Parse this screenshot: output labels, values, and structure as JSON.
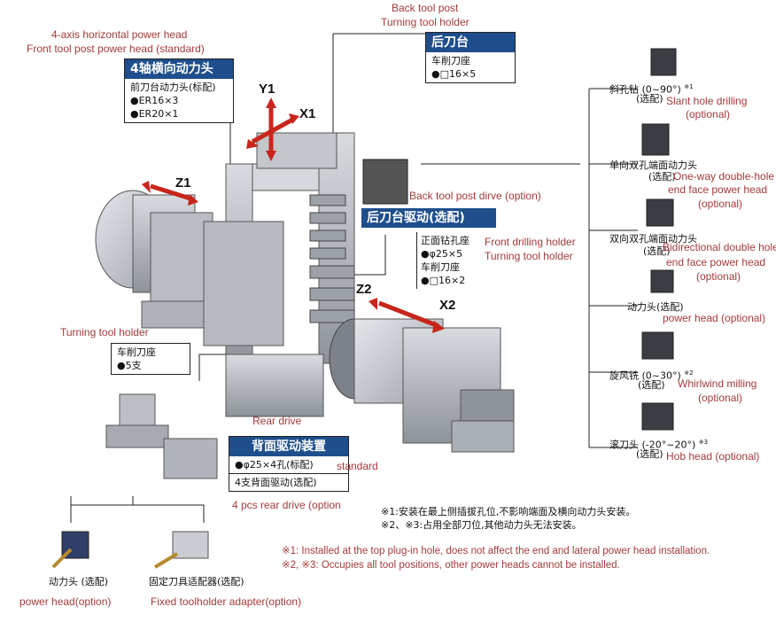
{
  "front_post": {
    "label_en_1": "4-axis horizontal power head",
    "label_en_2": "Front tool post power head (standard)",
    "panel_title": "4轴横向动力头",
    "line1": "前刀台动力头(标配)",
    "line2": "●ER16×3",
    "line3": "●ER20×1"
  },
  "back_post": {
    "label_en_1": "Back tool post",
    "label_en_2": "Turning tool holder",
    "panel_title": "后刀台",
    "line1": "车削刀座",
    "line2": "●□16×5"
  },
  "back_drive": {
    "label_en": "Back tool post dirve (option)",
    "panel_title": "后刀台驱动(选配)",
    "line1": "正面钻孔座",
    "line2": "●φ25×5",
    "line3": "车削刀座",
    "line4": "●□16×2",
    "label_en_2": "Front drilling holder",
    "label_en_3": "Turning tool holder"
  },
  "turning_holder": {
    "label_en": "Turning tool holder",
    "line1": "车削刀座",
    "line2": "●5支"
  },
  "rear_drive": {
    "label_en": "Rear drive",
    "panel_title": "背面驱动装置",
    "line1": "●φ25×4孔(标配)",
    "line1_en": "standard",
    "line2": "4支背面驱动(选配)",
    "label_en_2": "4 pcs rear drive (option"
  },
  "axes": {
    "y1": "Y1",
    "x1": "X1",
    "z1": "Z1",
    "z2": "Z2",
    "x2": "X2"
  },
  "options": [
    {
      "cn": "斜孔钻 (0~90°)",
      "sup": "※1",
      "cn2": "(选配)",
      "en1": "Slant hole drilling",
      "en2": "(optional)"
    },
    {
      "cn": "单向双孔端面动力头",
      "cn2": "(选配)",
      "en1": "One-way double-hole",
      "en2": "end face power head",
      "en3": "(optional)"
    },
    {
      "cn": "双向双孔端面动力头",
      "cn2": "(选配)",
      "en1": "Bidirectional double hole",
      "en2": "end face power head",
      "en3": "(optional)"
    },
    {
      "cn": "动力头(选配)",
      "en1": "power head (optional)"
    },
    {
      "cn": "旋风铣 (0~30°)",
      "sup": "※2",
      "cn2": "(选配)",
      "en1": "Whirlwind milling",
      "en2": "(optional)"
    },
    {
      "cn": "滚刀头 (-20°~20°)",
      "sup": "※3",
      "cn2": "(选配)",
      "en1": "Hob head (optional)"
    }
  ],
  "bottom": {
    "power_head_cn": "动力头 (选配)",
    "power_head_en": "power head(option)",
    "fixed_cn": "固定刀具适配器(选配)",
    "fixed_en": "Fixed toolholder adapter(option)"
  },
  "notes": {
    "cn1": "※1:安装在最上侧插拔孔位,不影响端面及横向动力头安装。",
    "cn2": "※2、※3:占用全部刀位,其他动力头无法安装。",
    "en1": "※1: Installed at the top plug-in hole, does not affect the end and lateral power head installation.",
    "en2": "※2, ※3: Occupies all tool positions, other power heads cannot be installed."
  },
  "colors": {
    "panel_blue": "#1e4e8c",
    "label_red": "#a33a3a",
    "arrow_red": "#c8261c",
    "machine_gray": "#c9ccd1"
  }
}
